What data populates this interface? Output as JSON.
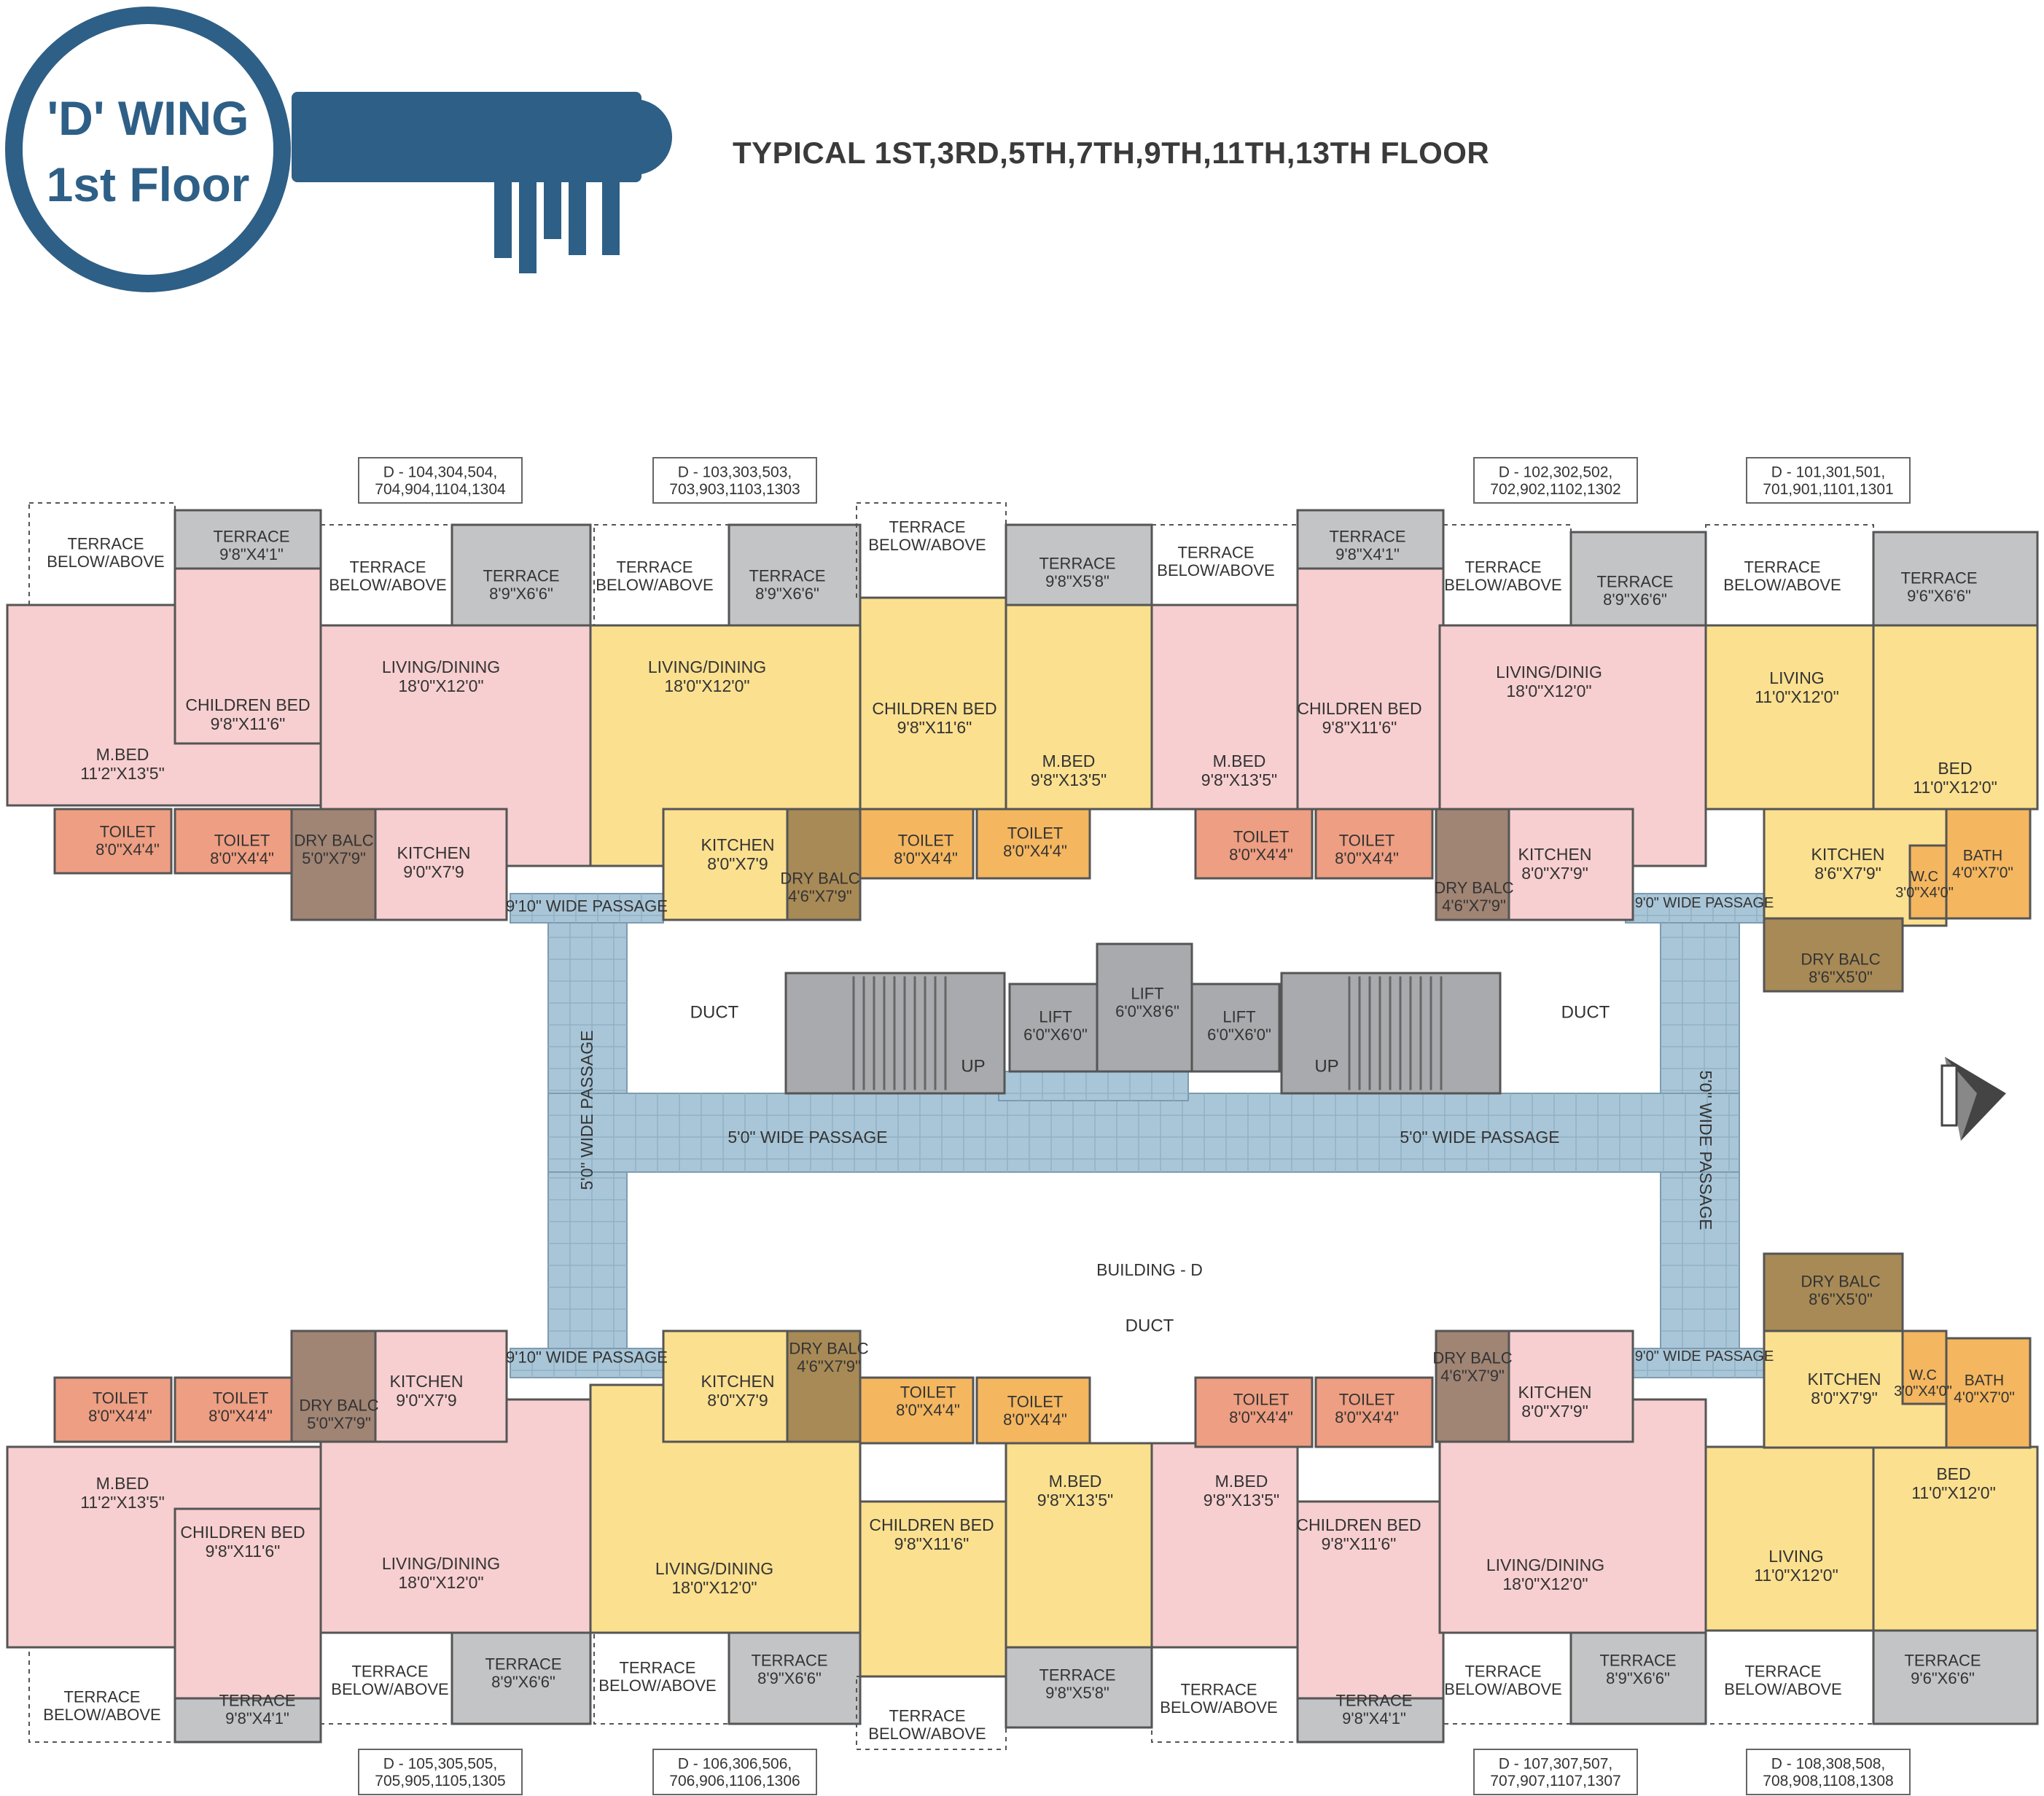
{
  "logo": {
    "line1": "'D' WING",
    "line2": "1st Floor"
  },
  "heading": "TYPICAL 1ST,3RD,5TH,7TH,9TH,11TH,13TH FLOOR",
  "colors": {
    "brand_blue": "#2e5f86",
    "unit_pink": "#f7cfd0",
    "unit_yellow": "#fbe08f",
    "toilet_orange": "#ee9e82",
    "toilet_yellow": "#f4b65f",
    "dry_balcony": "#a08474",
    "dry_balcony_yellow": "#a88a56",
    "terrace_grey": "#c2c4c6",
    "passage_blue": "#a9c6d8",
    "core_grey": "#a8aaad"
  },
  "unit_tags": {
    "u104": "D - 104,304,504,\n704,904,1104,1304",
    "u103": "D - 103,303,503,\n703,903,1103,1303",
    "u102": "D - 102,302,502,\n702,902,1102,1302",
    "u101": "D - 101,301,501,\n701,901,1101,1301",
    "u105": "D - 105,305,505,\n705,905,1105,1305",
    "u106": "D - 106,306,506,\n706,906,1106,1306",
    "u107": "D - 107,307,507,\n707,907,1107,1307",
    "u108": "D - 108,308,508,\n708,908,1108,1308"
  },
  "labels": {
    "terrace_below": "TERRACE\nBELOW/ABOVE",
    "terrace_941": "TERRACE\n9'8\"X4'1\"",
    "terrace_896": "TERRACE\n8'9\"X6'6\"",
    "terrace_958": "TERRACE\n9'8\"X5'8\"",
    "terrace_966": "TERRACE\n9'6\"X6'6\"",
    "living_dining": "LIVING/DINING\n18'0\"X12'0\"",
    "living_dinig": "LIVING/DINIG\n18'0\"X12'0\"",
    "living": "LIVING\n11'0\"X12'0\"",
    "children_bed": "CHILDREN BED\n9'8\"X11'6\"",
    "mbed_112": "M.BED\n11'2\"X13'5\"",
    "mbed_98": "M.BED\n9'8\"X13'5\"",
    "bed": "BED\n11'0\"X12'0\"",
    "kitchen_90": "KITCHEN\n9'0\"X7'9",
    "kitchen_80": "KITCHEN\n8'0\"X7'9",
    "kitchen_80b": "KITCHEN\n8'0\"X7'9\"",
    "kitchen_86": "KITCHEN\n8'6\"X7'9\"",
    "toilet": "TOILET\n8'0\"X4'4\"",
    "dry_balc_50": "DRY BALC\n5'0\"X7'9\"",
    "dry_balc_46": "DRY BALC\n4'6\"X7'9\"",
    "dry_balc_86": "DRY BALC\n8'6\"X5'0\"",
    "bath": "BATH\n4'0\"X7'0\"",
    "wc": "W.C\n3'0\"X4'0\"",
    "passage_910": "9'10\" WIDE PASSAGE",
    "passage_90": "9'0\" WIDE PASSAGE",
    "passage_50": "5'0\" WIDE PASSAGE",
    "duct": "DUCT",
    "up": "UP",
    "lift_66": "LIFT\n6'0\"X6'0\"",
    "lift_68": "LIFT\n6'0\"X8'6\"",
    "building": "BUILDING - D",
    "north": "N"
  }
}
